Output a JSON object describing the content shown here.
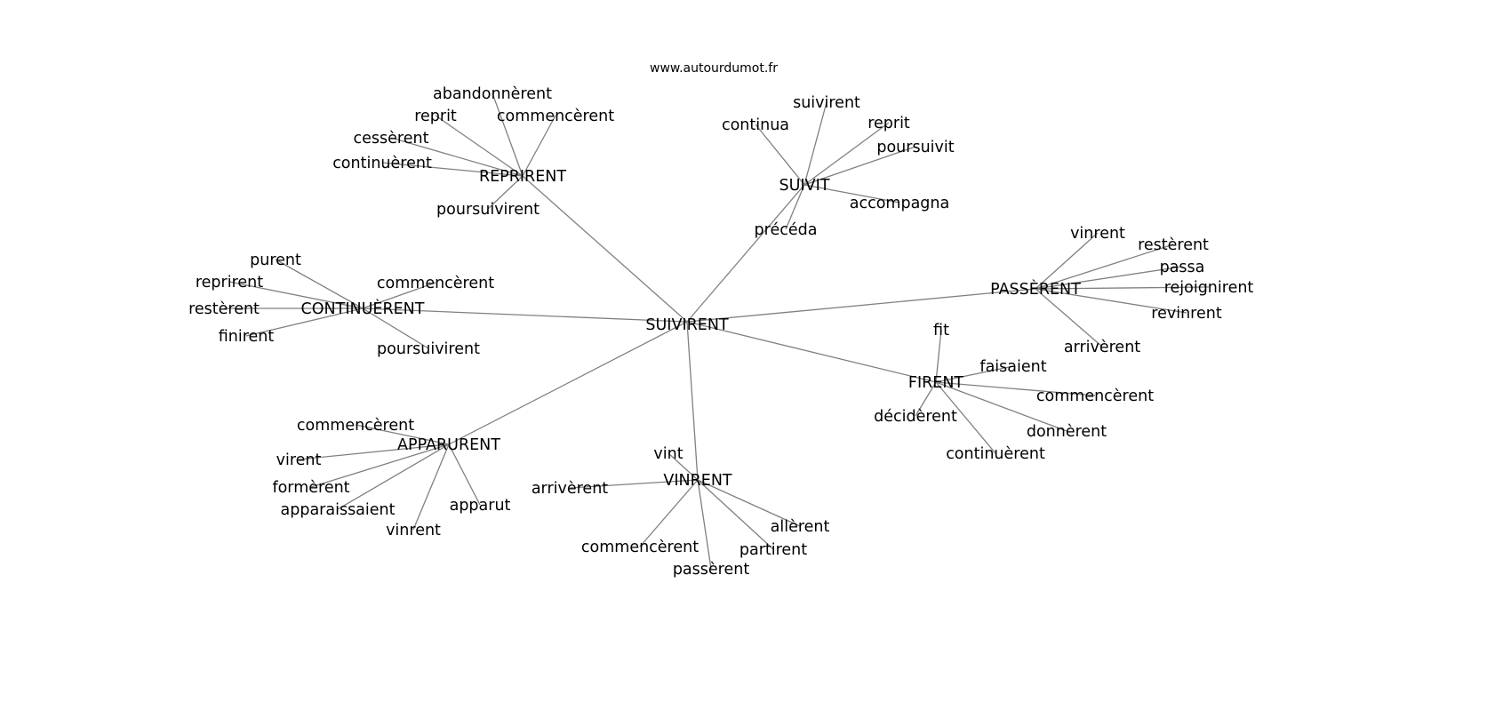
{
  "title": "www.autourdumot.fr",
  "root": "SUIVIRENT",
  "clusters": [
    {
      "hub": "REPRIRENT",
      "leaves": [
        "abandonnèrent",
        "reprit",
        "commencèrent",
        "cessèrent",
        "continuèrent",
        "poursuivirent"
      ]
    },
    {
      "hub": "SUIVIT",
      "leaves": [
        "continua",
        "suivirent",
        "reprit",
        "poursuivit",
        "accompagna",
        "précéda"
      ]
    },
    {
      "hub": "CONTINUÈRENT",
      "leaves": [
        "purent",
        "reprirent",
        "restèrent",
        "finirent",
        "commencèrent",
        "poursuivirent"
      ]
    },
    {
      "hub": "PASSÈRENT",
      "leaves": [
        "vinrent",
        "restèrent",
        "passa",
        "rejoignirent",
        "revinrent",
        "arrivèrent"
      ]
    },
    {
      "hub": "FIRENT",
      "leaves": [
        "fit",
        "faisaient",
        "commencèrent",
        "décidèrent",
        "donnèrent",
        "continuèrent"
      ]
    },
    {
      "hub": "APPARURENT",
      "leaves": [
        "commencèrent",
        "virent",
        "formèrent",
        "apparaissaient",
        "vinrent",
        "apparut"
      ]
    },
    {
      "hub": "VINRENT",
      "leaves": [
        "vint",
        "arrivèrent",
        "commencèrent",
        "passèrent",
        "partirent",
        "allèrent"
      ]
    }
  ]
}
